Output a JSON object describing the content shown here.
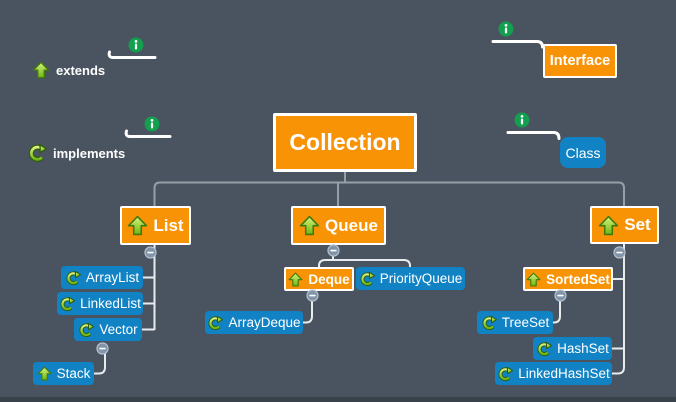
{
  "legend": {
    "extends": "extends",
    "implements": "implements",
    "interface": "Interface",
    "class": "Class"
  },
  "nodes": {
    "collection": "Collection",
    "list": "List",
    "queue": "Queue",
    "set": "Set",
    "arraylist": "ArrayList",
    "linkedlist": "LinkedList",
    "vector": "Vector",
    "stack": "Stack",
    "deque": "Deque",
    "priorityqueue": "PriorityQueue",
    "arraydeque": "ArrayDeque",
    "sortedset": "SortedSet",
    "treeset": "TreeSet",
    "hashset": "HashSet",
    "linkedhashset": "LinkedHashSet"
  },
  "icons": {
    "extends": "green-up-arrow-icon",
    "implements": "green-circular-arrow-icon",
    "marker": "info-icon",
    "collapse": "collapse-minus-button"
  },
  "colors": {
    "background": "#4A5460",
    "bottom_strip": "#39424B",
    "interface_fill": "#F89306",
    "class_fill": "#1183C4",
    "arrow_green": "#8DC63F",
    "info_green": "#12A04F",
    "connector_gray": "#959FA8",
    "connector_white": "#E8ECEF"
  }
}
